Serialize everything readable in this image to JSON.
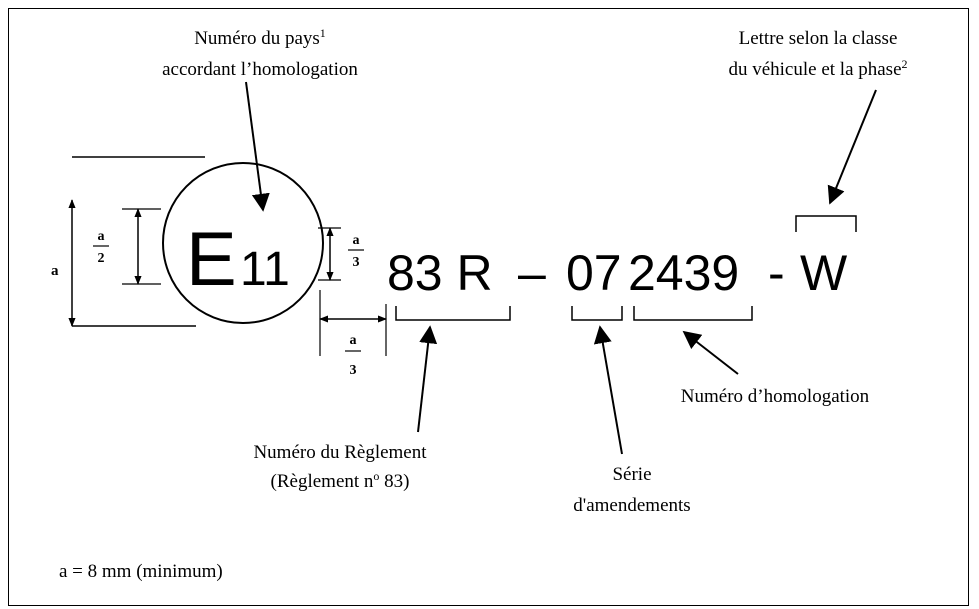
{
  "labels": {
    "country_line1": "Numéro du pays",
    "country_sup": "1",
    "country_line2": "accordant l’homologation",
    "class_line1": "Lettre selon la classe",
    "class_line2": "du véhicule et la phase",
    "class_sup": "2",
    "approval_number": "Numéro d’homologation",
    "regulation_line1": "Numéro du Règlement",
    "regulation_line2_pre": "(Règlement n",
    "regulation_line2_sup": "o",
    "regulation_line2_post": " 83)",
    "series_line1": "Série",
    "series_line2": "d'amendements",
    "footnote": "a = 8 mm (minimum)"
  },
  "mark": {
    "e_letter": "E",
    "country_code": "11",
    "regulation": "83 R",
    "dash": "–",
    "series_digits": "07",
    "approval_digits": "2439",
    "separator": "-",
    "class_letter": "W"
  },
  "dimensions": {
    "a": "a",
    "a_num": "a",
    "half_den": "2",
    "third_den": "3"
  }
}
